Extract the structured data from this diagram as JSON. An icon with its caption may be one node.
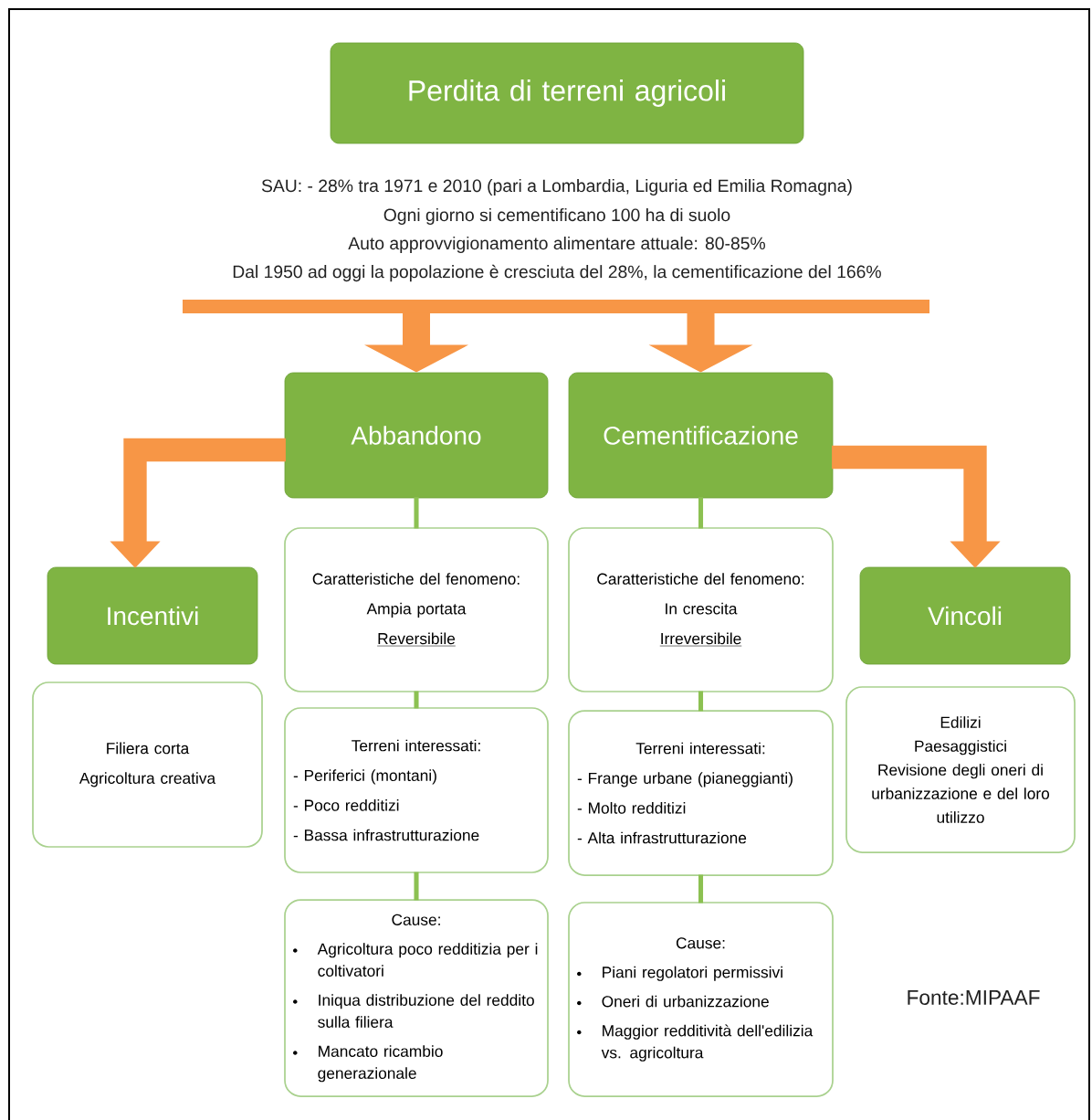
{
  "diagram": {
    "nodes": [
      {
        "text": [
          "Perdita di terreni agricoli"
        ]
      },
      {
        "text": [],
        "shape": "bar"
      },
      {
        "text": [
          "Abbandono"
        ]
      },
      {
        "text": [
          "Cementificazione"
        ]
      },
      {
        "text": [
          "Incentivi"
        ]
      },
      {
        "text": [
          "Vincoli"
        ]
      },
      {
        "text": [
          "Caratteristiche del fenomeno:",
          "Ampia portata",
          "Reversibile"
        ]
      },
      {
        "text": [
          "Caratteristiche del fenomeno:",
          "In crescita",
          "Irreversibile"
        ]
      },
      {
        "text": [
          "Terreni interessati:",
          "- Periferici (montani)",
          "- Poco redditizi",
          "- Bassa infrastrutturazione"
        ]
      },
      {
        "text": [
          "Terreni interessati:",
          "- Frange urbane (pianeggianti)",
          "- Molto redditizi",
          "- Alta infrastrutturazione"
        ]
      },
      {
        "text": [
          "Cause:",
          "Agricoltura poco redditizia per i coltivatori",
          "Iniqua distribuzione del reddito sulla filiera",
          "Mancato ricambio generazionale"
        ]
      },
      {
        "text": [
          "Cause:",
          "Piani regolatori permissivi",
          "Oneri di urbanizzazione",
          "Maggior redditività dell'edilizia vs. agricoltura"
        ]
      },
      {
        "text": [
          "Filiera corta",
          "Agricoltura creativa"
        ]
      },
      {
        "text": [
          "Edilizi",
          "Paesaggistici",
          "Revisione degli oneri di urbanizzazione e del loro utilizzo"
        ]
      }
    ],
    "edges": [
      {
        "from": 1,
        "to": 2,
        "arrow": "to",
        "style": "thick",
        "color": "#f79646"
      },
      {
        "from": 1,
        "to": 3,
        "arrow": "to",
        "style": "thick",
        "color": "#f79646"
      },
      {
        "from": 2,
        "to": 4,
        "arrow": "to",
        "style": "thick",
        "color": "#f79646"
      },
      {
        "from": 3,
        "to": 5,
        "arrow": "to",
        "style": "thick",
        "color": "#f79646"
      },
      {
        "from": 2,
        "to": 6,
        "arrow": "none"
      },
      {
        "from": 6,
        "to": 8,
        "arrow": "none"
      },
      {
        "from": 8,
        "to": 10,
        "arrow": "none"
      },
      {
        "from": 3,
        "to": 7,
        "arrow": "none"
      },
      {
        "from": 7,
        "to": 9,
        "arrow": "none"
      },
      {
        "from": 9,
        "to": 11,
        "arrow": "none"
      }
    ],
    "labels": [
      "SAU: - 28% tra 1971 e 2010 (pari a Lombardia, Liguria ed Emilia Romagna)",
      "Ogni giorno si cementificano 100 ha di suolo",
      "Auto approvvigionamento alimentare attuale: 80-85%",
      "Dal 1950 ad oggi la popolazione è cresciuta del 28%, la cementificazione del 166%",
      "Fonte:MIPAAF"
    ]
  }
}
